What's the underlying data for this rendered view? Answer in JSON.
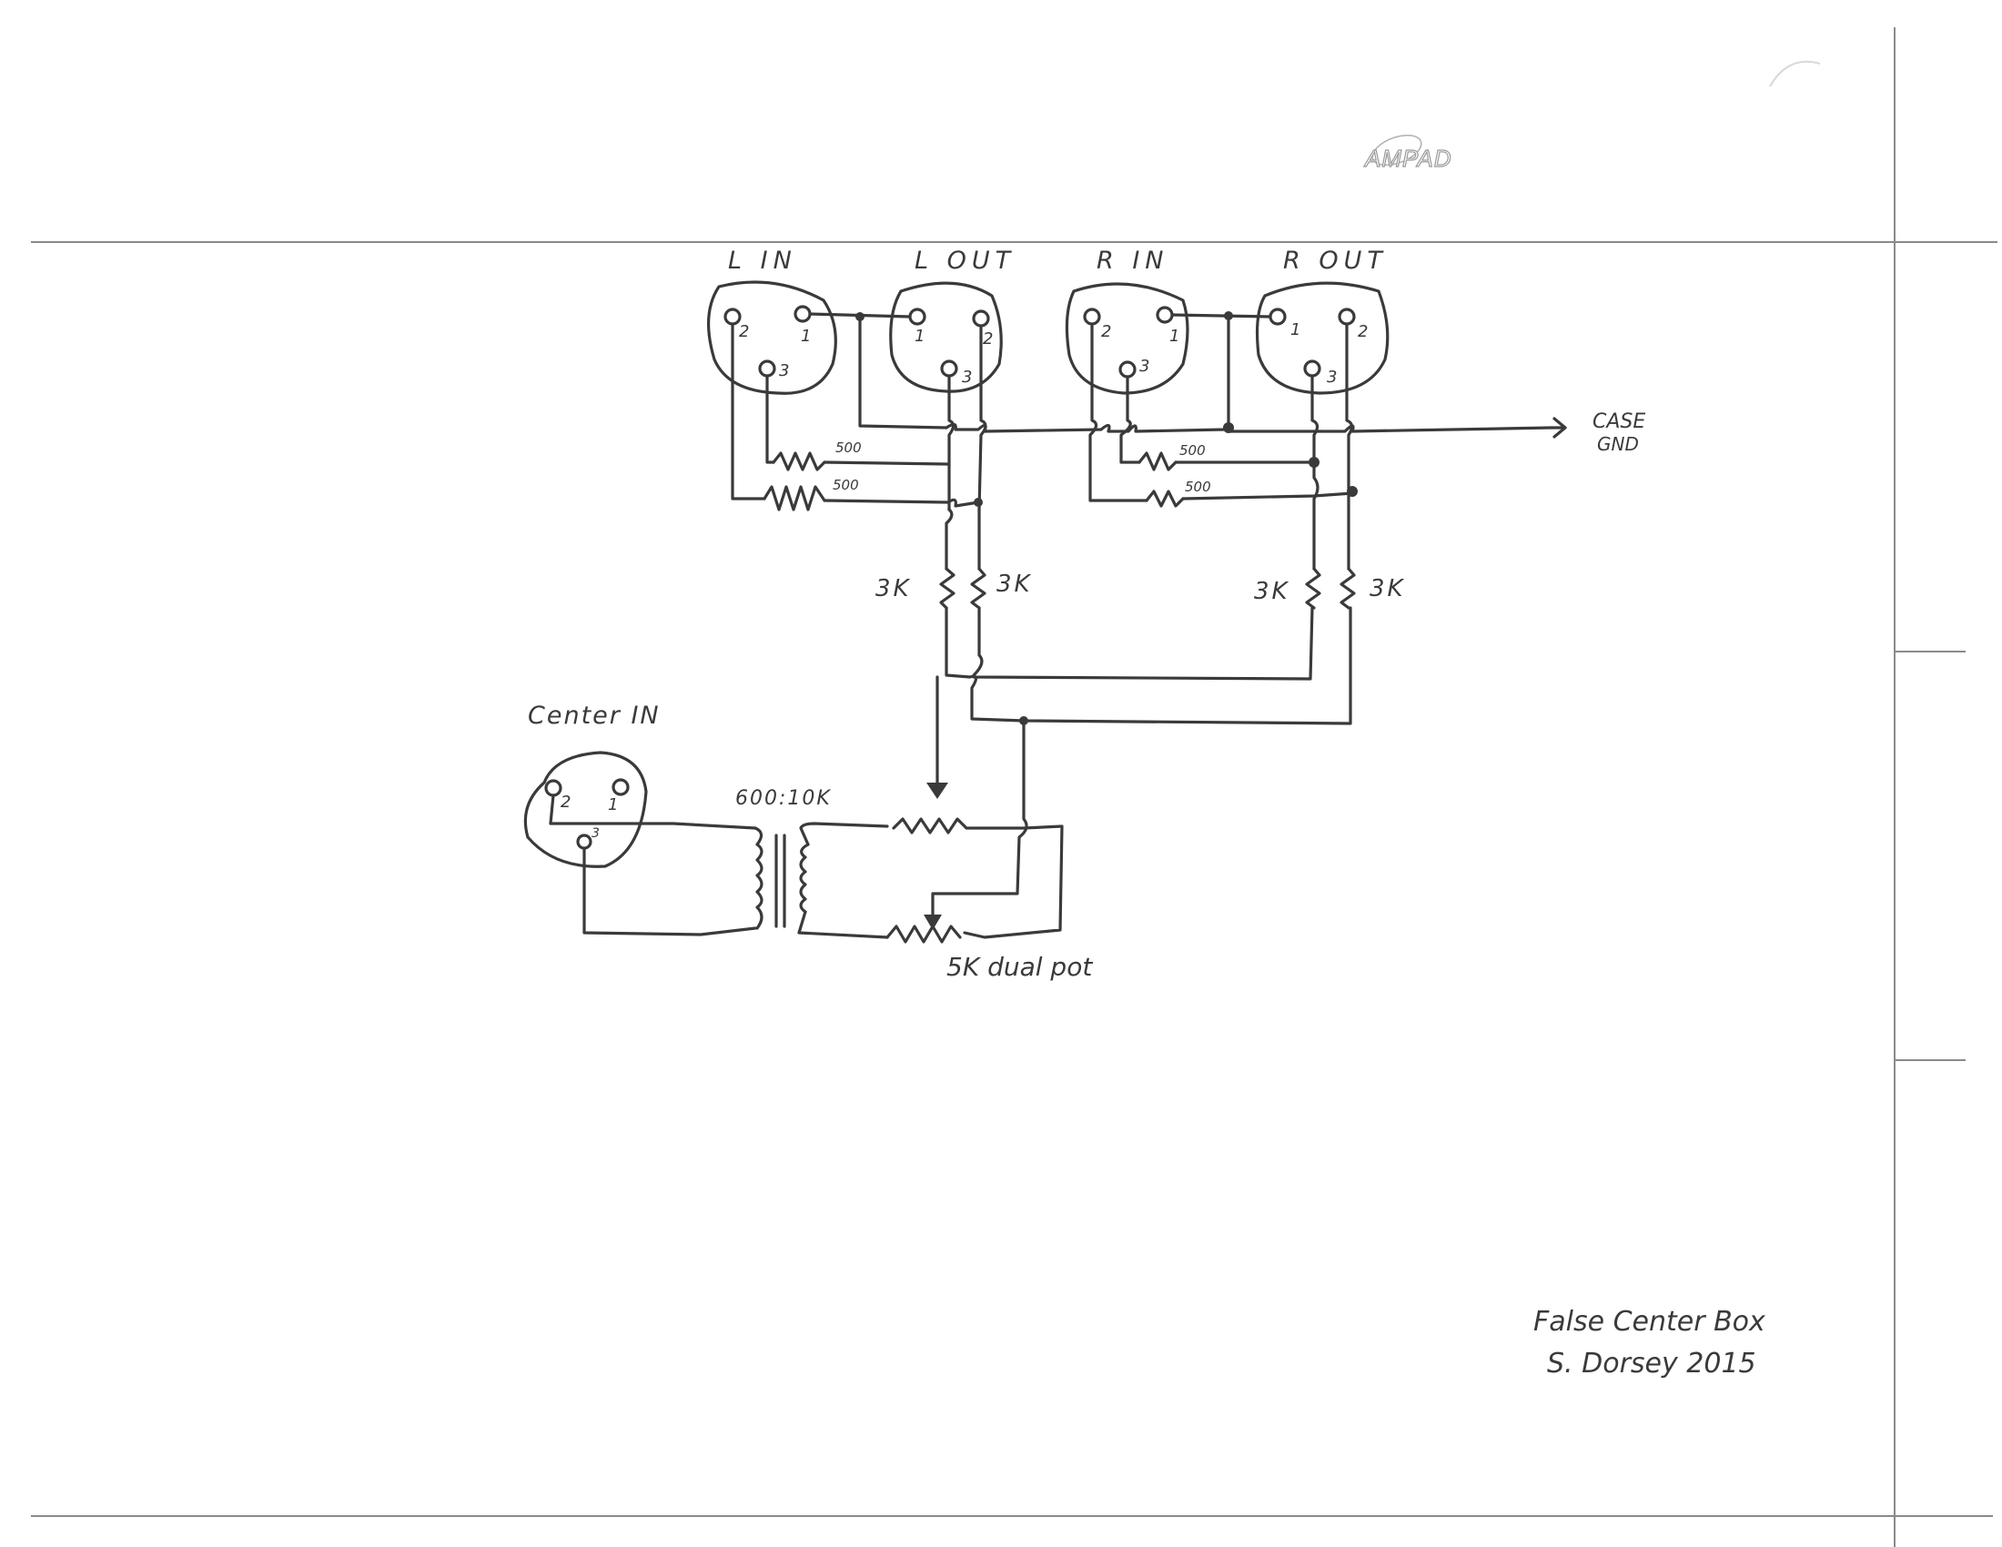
{
  "page": {
    "logo_text": "AMPAD",
    "title_block": {
      "line1": "False Center Box",
      "line2": "S. Dorsey 2015"
    }
  },
  "connectors": {
    "l_in": {
      "label": "L IN",
      "pins": [
        "1",
        "2",
        "3"
      ]
    },
    "l_out": {
      "label": "L OUT",
      "pins": [
        "1",
        "2",
        "3"
      ]
    },
    "r_in": {
      "label": "R IN",
      "pins": [
        "1",
        "2",
        "3"
      ]
    },
    "r_out": {
      "label": "R OUT",
      "pins": [
        "1",
        "2",
        "3"
      ]
    },
    "center_in": {
      "label": "Center IN",
      "pins": [
        "1",
        "2",
        "3"
      ]
    }
  },
  "components": {
    "left_pad_resistors": [
      "500",
      "500"
    ],
    "right_pad_resistors": [
      "500",
      "500"
    ],
    "left_sum_resistors": [
      "3K",
      "3K"
    ],
    "right_sum_resistors": [
      "3K",
      "3K"
    ],
    "transformer_label": "600:10K",
    "pot_label": "5K dual pot"
  },
  "ground": {
    "label_line1": "CASE",
    "label_line2": "GND"
  }
}
